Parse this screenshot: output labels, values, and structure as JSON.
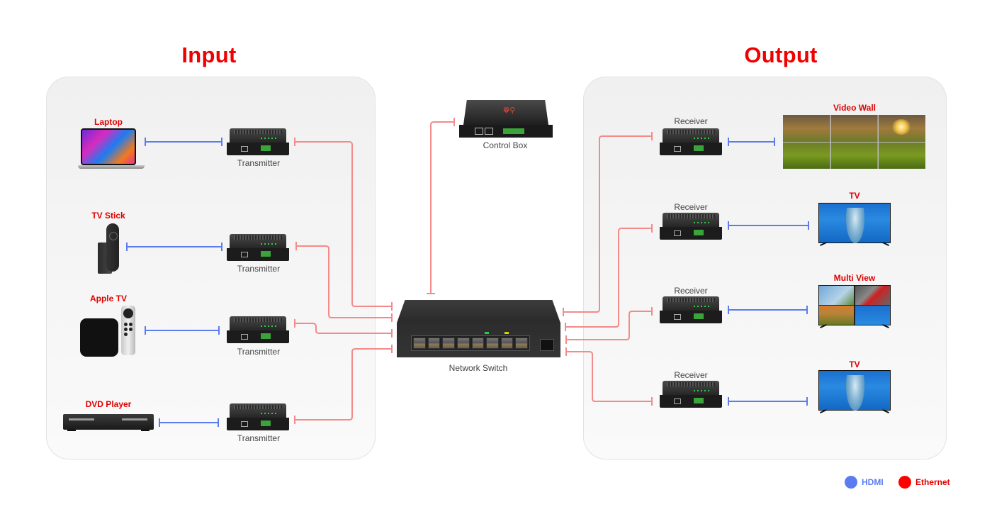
{
  "titles": {
    "input": "Input",
    "output": "Output"
  },
  "colors": {
    "hdmi": "#5b7cf0",
    "ethernet": "#ff0000",
    "ethernet_line": "#f58a8a",
    "title_red": "#f00000"
  },
  "input": {
    "sources": [
      {
        "label": "Laptop",
        "icon": "laptop-icon"
      },
      {
        "label": "TV Stick",
        "icon": "tv-stick-icon"
      },
      {
        "label": "Apple TV",
        "icon": "apple-tv-icon"
      },
      {
        "label": "DVD Player",
        "icon": "dvd-player-icon"
      }
    ],
    "transmitters": [
      {
        "label": "Transmitter"
      },
      {
        "label": "Transmitter"
      },
      {
        "label": "Transmitter"
      },
      {
        "label": "Transmitter"
      }
    ]
  },
  "center": {
    "control_box": {
      "label": "Control Box"
    },
    "network_switch": {
      "label": "Network Switch"
    }
  },
  "output": {
    "receivers": [
      {
        "label": "Receiver"
      },
      {
        "label": "Receiver"
      },
      {
        "label": "Receiver"
      },
      {
        "label": "Receiver"
      }
    ],
    "displays": [
      {
        "label": "Video Wall",
        "icon": "video-wall-icon"
      },
      {
        "label": "TV",
        "icon": "tv-icon"
      },
      {
        "label": "Multi View",
        "icon": "multi-view-icon"
      },
      {
        "label": "TV",
        "icon": "tv-icon"
      }
    ]
  },
  "legend": [
    {
      "label": "HDMI",
      "color": "#5b7cf0"
    },
    {
      "label": "Ethernet",
      "color": "#ff0000"
    }
  ]
}
